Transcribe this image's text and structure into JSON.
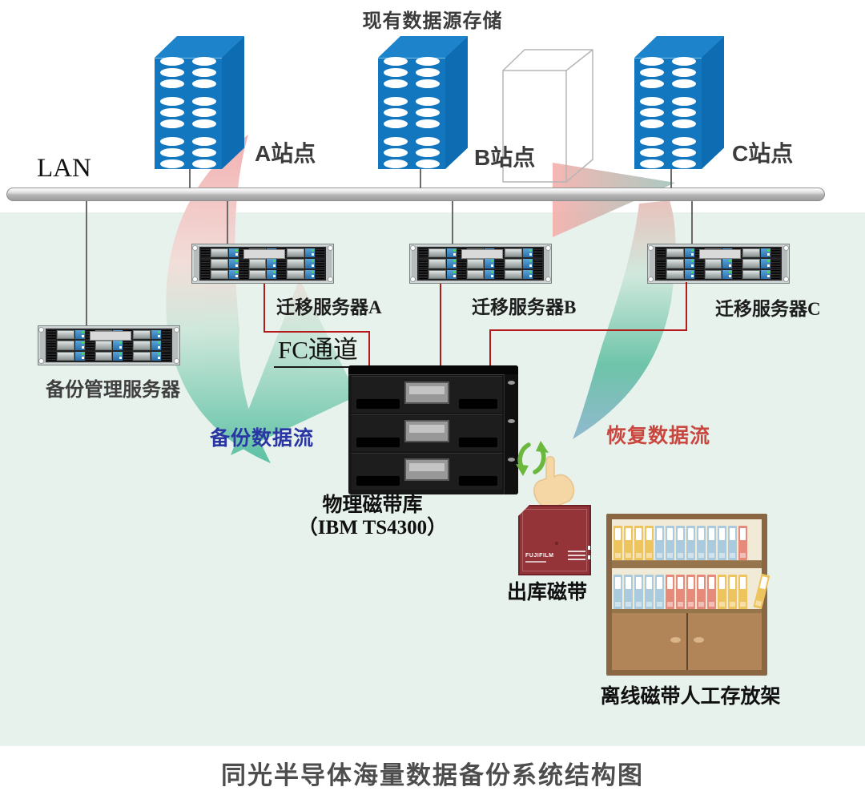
{
  "titles": {
    "top": "现有数据源存储",
    "bottom": "同光半导体海量数据备份系统结构图"
  },
  "network": {
    "lan_label": "LAN"
  },
  "sites": {
    "a": "A站点",
    "b": "B站点",
    "c": "C站点"
  },
  "servers": {
    "backup_mgmt": "备份管理服务器",
    "migration_a": "迁移服务器A",
    "migration_b": "迁移服务器B",
    "migration_c": "迁移服务器C"
  },
  "fc_channel": "FC通道",
  "tape_library": {
    "name": "物理磁带库",
    "model": "（IBM TS4300）"
  },
  "flows": {
    "backup": {
      "label": "备份数据流",
      "color": "#2936a3"
    },
    "restore": {
      "label": "恢复数据流",
      "color": "#c9473e"
    }
  },
  "offline": {
    "outbound_tape": "出库磁带",
    "cartridge_brand": "FUJIFILM",
    "shelf_label": "离线磁带人工存放架"
  },
  "shelf_binders": {
    "row1": [
      "yellow",
      "yellow",
      "yellow",
      "yellow",
      "blue",
      "blue",
      "blue",
      "blue",
      "blue",
      "blue",
      "blue",
      "blue",
      "red"
    ],
    "row2": [
      "blue",
      "blue",
      "blue",
      "blue",
      "blue",
      "red",
      "red",
      "red",
      "red",
      "red",
      "yellow",
      "yellow",
      "yellow"
    ],
    "row2_tilted": "yellow"
  },
  "palette": {
    "tower_blue": "#1377c0",
    "panel_green": "#e7f2ec",
    "fc_line_red": "#b51a1a",
    "arrow_pink": "#f0a6a6",
    "arrow_teal": "#4fbc9d",
    "arrow_blue": "#8fb2d2",
    "recycle_green": "#6cb83f",
    "cartridge_red": "#953438",
    "shelf_brown": "#8a6642",
    "binder_yellow": "#eec45f",
    "binder_blue": "#a9cbdd",
    "binder_red": "#e68a7c"
  }
}
